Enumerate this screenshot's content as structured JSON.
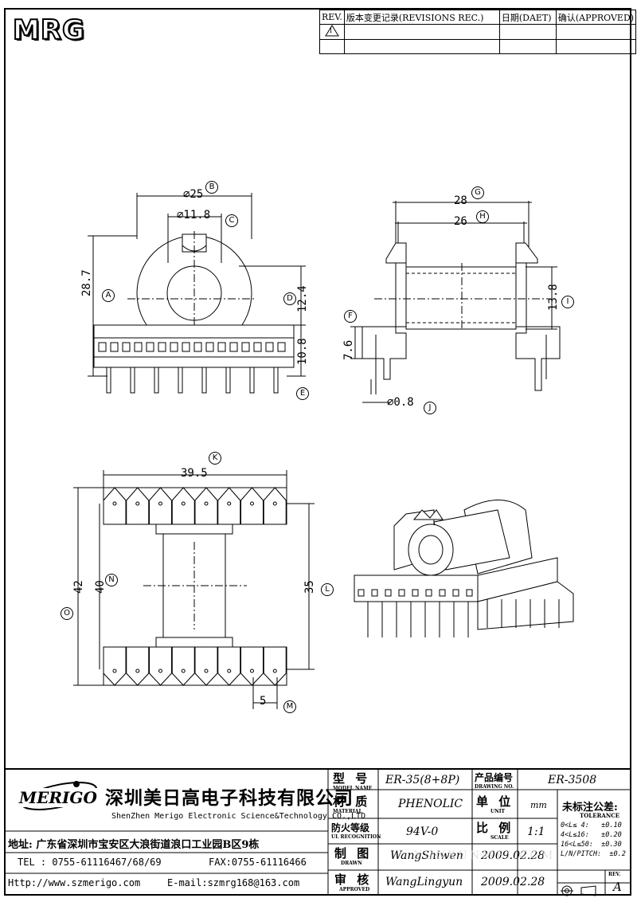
{
  "logo": "MRG",
  "revisions": {
    "rev_label": "REV.",
    "rec_label": "版本变更记录(REVISIONS REC.)",
    "date_label": "日期(DAET)",
    "approved_label": "确认(APPROVED)",
    "rev_mark": "1"
  },
  "dims": {
    "b_dim": "⌀25",
    "b_tag": "B",
    "c_dim": "⌀11.8",
    "c_tag": "C",
    "a_dim": "28.7",
    "a_tag": "A",
    "d_dim": "12.4",
    "d_tag": "D",
    "e_dim": "10.8",
    "e_tag": "E",
    "g_dim": "28",
    "g_tag": "G",
    "h_dim": "26",
    "h_tag": "H",
    "i_dim": "13.8",
    "i_tag": "I",
    "f_dim": "7.6",
    "f_tag": "F",
    "j_dim": "⌀0.8",
    "j_tag": "J",
    "k_dim": "39.5",
    "k_tag": "K",
    "o_dim": "42",
    "o_tag": "O",
    "n_dim": "40",
    "n_tag": "N",
    "l_dim": "35",
    "l_tag": "L",
    "m_dim": "5",
    "m_tag": "M"
  },
  "company": {
    "logo_text": "MERIGO",
    "name_cn": "深圳美日高电子科技有限公司",
    "name_en": "ShenZhen Merigo Electronic Science&Technology CO.,LTD",
    "address": "地址: 广东省深圳市宝安区大浪街道浪口工业园B区9栋",
    "tel": "TEL : 0755-61116467/68/69",
    "fax": "FAX:0755-61116466",
    "http": "Http://www.szmerigo.com",
    "email": "E-mail:szmrg168@163.com"
  },
  "titleblock": {
    "model_label": "型 号",
    "model_sub": "MODEL NAME",
    "model_value": "ER-35(8+8P)",
    "drawing_no_label": "产品编号",
    "drawing_no_sub": "DRAWING NO.",
    "drawing_no_value": "ER-3508",
    "material_label": "材 质",
    "material_sub": "MATERIAL",
    "material_value": "PHENOLIC",
    "unit_label": "单 位",
    "unit_sub": "UNIT",
    "unit_value": "mm",
    "ul_label": "防火等级",
    "ul_sub": "UL RECOGNITION",
    "ul_value": "94V-0",
    "scale_label": "比 例",
    "scale_sub": "SCALE",
    "scale_value": "1:1",
    "drawn_label": "制 图",
    "drawn_sub": "DRAWN",
    "drawn_value": "WangShiwen",
    "drawn_date": "2009.02.28",
    "approved_label": "审 核",
    "approved_sub": "APPROVED",
    "approved_value": "WangLingyun",
    "approved_date": "2009.02.28",
    "tolerance_label": "未标注公差:",
    "tolerance_sub": "TOLERANCE",
    "tol_rows": [
      "0<L≤ 4:   ±0.10",
      "4<L≤16:   ±0.20",
      "16<L≤50:  ±0.30",
      "L/N/PITCH:  ±0.2"
    ],
    "rev_label": "REV.",
    "rev_value": "A"
  },
  "watermark": "YUNXUNMEI.COM"
}
